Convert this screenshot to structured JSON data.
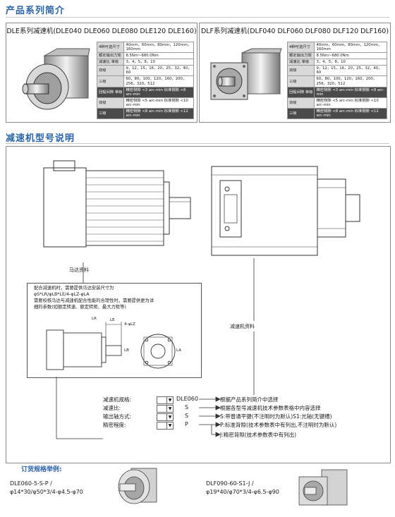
{
  "sections": {
    "intro_title": "产品系列简介",
    "model_title": "减速机型号说明"
  },
  "dle_panel": {
    "title": "DLE系列减速机(DLE040  DLE060 DLE080  DLE120 DLE160)",
    "rows": [
      {
        "head": "4种可选尺寸",
        "value": "40mm，60mm，80mm，120mm，160mm",
        "dark": false
      },
      {
        "head": "额定输出力矩",
        "value": "8.5Nm~680.0Nm",
        "dark": false
      },
      {
        "head": "减速比  单级",
        "value": "3，4，5，8，10",
        "dark": false
      },
      {
        "head": "双级",
        "value": "9，12，15，16，20，25，32，40，60",
        "dark": false
      },
      {
        "head": "三级",
        "value": "60，80，100，120，160，200，256，320，512",
        "dark": false
      },
      {
        "head": "回程间隙  单级",
        "value": "精密侧隙 <3 arc-min  标准侧隙 <8 arc-min",
        "dark": true
      },
      {
        "head": "双级",
        "value": "精密侧隙 <5 arc-min  标准侧隙 <10 arc-min",
        "dark": false
      },
      {
        "head": "三级",
        "value": "精密侧隙 <8 arc-min  标准侧隙 <12 arc-min",
        "dark": true
      }
    ]
  },
  "dlf_panel": {
    "title": "DLF系列减速机(DLF040  DLF060 DLF080  DLF120 DLF160)",
    "rows": [
      {
        "head": "4种可选尺寸",
        "value": "40mm，60mm，80mm，120mm，160mm",
        "dark": false
      },
      {
        "head": "额定输出力矩",
        "value": "8.5Nm~680.0Nm",
        "dark": false
      },
      {
        "head": "减速比  单级",
        "value": "3，4，5，8，10",
        "dark": false
      },
      {
        "head": "双级",
        "value": "9，12，15，16，20，25，32，40，60",
        "dark": false
      },
      {
        "head": "三级",
        "value": "60，80，100，120，160，200，256，320，512",
        "dark": false
      },
      {
        "head": "回程间隙  单级",
        "value": "精密侧隙 <3 arc-min  标准侧隙 <8 arc-min",
        "dark": true
      },
      {
        "head": "双级",
        "value": "精密侧隙 <5 arc-min  标准侧隙 <10 arc-min",
        "dark": false
      },
      {
        "head": "三级",
        "value": "精密侧隙 <8 arc-min  标准侧隙 <12 arc-min",
        "dark": true
      }
    ]
  },
  "labels": {
    "motor_data": "马达资料",
    "reducer_data": "减速机资料",
    "lr": "LR",
    "lz": "4-φLZ",
    "lb": "LB",
    "la": "LA",
    "le": "LE"
  },
  "motor_note": {
    "line1": "配合减速机时，需要提供马达安装尺寸为",
    "line2": "φS*LR/φLB*LE/4-φLZ-φLA",
    "line3": "需要校核马达与减速机配合性能的合理性时，需要提供更为详",
    "line4": "细的参数(如额定转速、额定转矩、最大力矩等)"
  },
  "config": {
    "rows": [
      {
        "label": "减速机规格:",
        "code": "DLE060",
        "desc": "根据产品系列简介中选择"
      },
      {
        "label": "减速比:",
        "code": "S",
        "desc": "根据各型号减速机技术参数表格中内容选择"
      },
      {
        "label": "输出轴方式:",
        "code": "S",
        "desc": "S:带普通平键(不注明时为默认)S1:光轴(无键槽)"
      },
      {
        "label": "精密程度:",
        "code": "P",
        "desc": "P:标准背隙(技术参数表中有列出,不注明时为默认)"
      }
    ],
    "extra_desc": "J:精密背隙(技术参数表中有列出)"
  },
  "order": {
    "title": "订货规格举例:",
    "example1_line1": "DLE060-5-S-P /",
    "example1_line2": "φ14*30/φ50*3/4-φ4.5-φ70",
    "example2_line1": "DLF090-60-S1-J /",
    "example2_line2": "φ19*40/φ70*3/4-φ6.5-φ90"
  }
}
